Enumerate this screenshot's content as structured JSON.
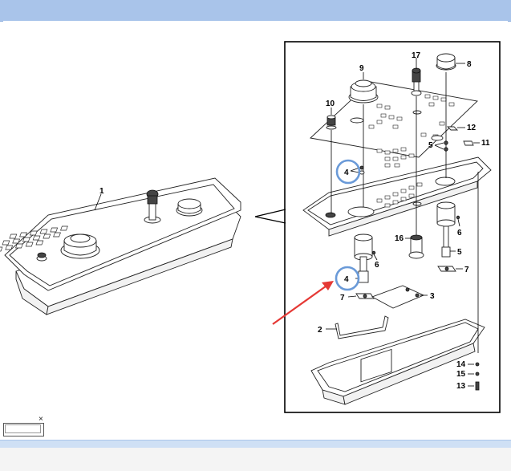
{
  "window": {
    "close_glyph": "×"
  },
  "diagram": {
    "callouts": {
      "c1": "1",
      "c2": "2",
      "c3": "3",
      "c4a": "4",
      "c4b": "4",
      "c5a": "5",
      "c5b": "5",
      "c6a": "6",
      "c6b": "6",
      "c7a": "7",
      "c7b": "7",
      "c8": "8",
      "c9": "9",
      "c10": "10",
      "c11": "11",
      "c12": "12",
      "c13": "13",
      "c14": "14",
      "c15": "15",
      "c16": "16",
      "c17": "17"
    },
    "colors": {
      "highlight_circle": "#6a9ad8",
      "arrow": "#e53935",
      "header_bar": "#a9c4ea"
    }
  }
}
